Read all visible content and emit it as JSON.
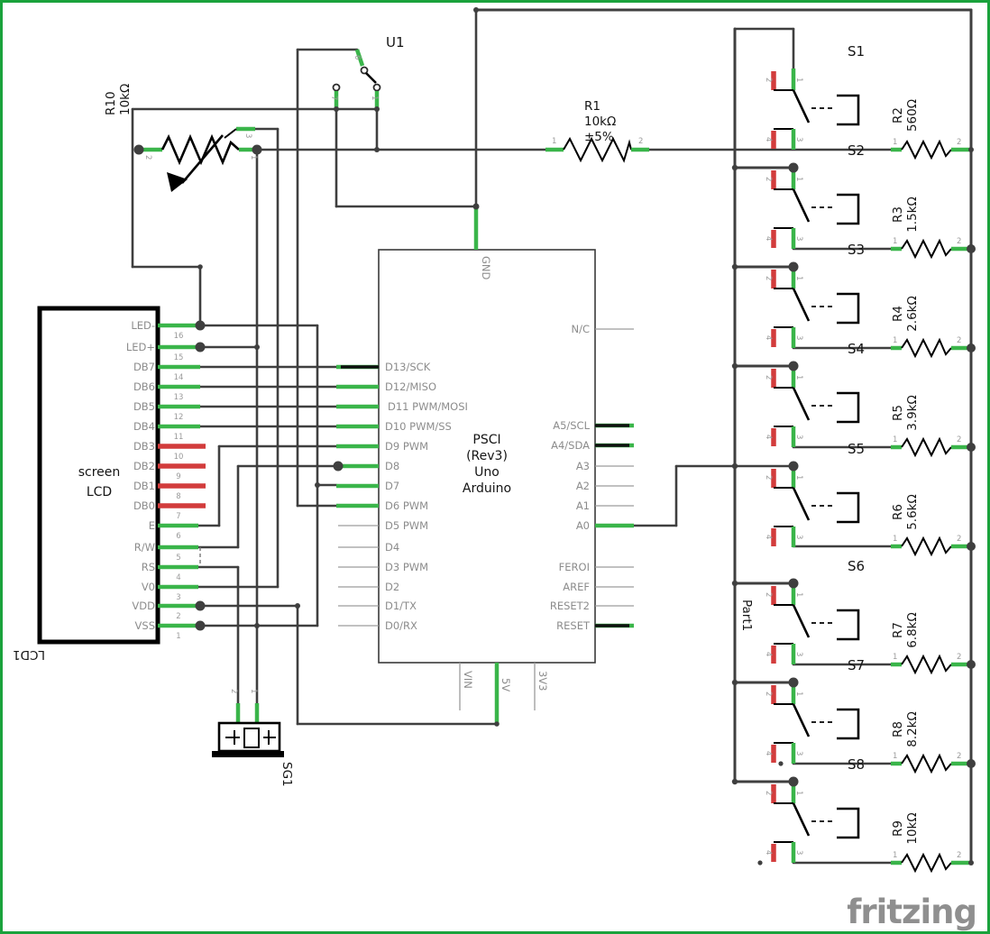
{
  "window": {
    "logo": "fritzing"
  },
  "colors": {
    "border": "#1aa23c",
    "wire": "#3f3f3f",
    "pin_green": "#3ab54a",
    "pin_red": "#d23c3c",
    "stub_gray": "#9c9c9c",
    "text_gray": "#8c8c8c",
    "logo_gray": "#8f8f8f"
  },
  "lcd": {
    "ref": "LCD1",
    "title1": "screen",
    "title2": "LCD",
    "pin_names": [
      "LED-",
      "LED+",
      "DB7",
      "DB6",
      "DB5",
      "DB4",
      "DB3",
      "DB2",
      "DB1",
      "DB0",
      "E",
      "R/W",
      "RS",
      "V0",
      "VDD",
      "VSS"
    ],
    "pin_nums": [
      "16",
      "15",
      "14",
      "13",
      "12",
      "11",
      "10",
      "9",
      "8",
      "7",
      "6",
      "5",
      "4",
      "3",
      "2",
      "1"
    ]
  },
  "arduino": {
    "title1": "PSCI",
    "title2": "(Rev3)",
    "title3": "Uno",
    "title4": "Arduino",
    "left": [
      "D13/SCK",
      "D12/MISO",
      "D11 PWM/MOSI",
      "D10 PWM/SS",
      "D9 PWM",
      "D8",
      "D7",
      "D6 PWM",
      "D5 PWM",
      "D4",
      "D3 PWM",
      "D2",
      "D1/TX",
      "D0/RX"
    ],
    "right": [
      "N/C",
      "A5/SCL",
      "A4/SDA",
      "A3",
      "A2",
      "A1",
      "A0",
      "FEROI",
      "AREF",
      "RESET2",
      "RESET"
    ],
    "top": "GND",
    "bottom": [
      "VIN",
      "5V",
      "3V3"
    ]
  },
  "pot": {
    "ref": "R10",
    "value": "10kΩ",
    "p1": "1",
    "p2": "2",
    "p3": "3"
  },
  "r1": {
    "ref": "R1",
    "value": "10kΩ",
    "tol": "±5%",
    "p1": "1",
    "p2": "2"
  },
  "u1": {
    "ref": "U1",
    "p6": "6",
    "p7": "7",
    "p1": "1"
  },
  "sg1": {
    "ref": "SG1",
    "p1": "1",
    "p2": "2"
  },
  "bus_label": "Part1",
  "sw_pins": [
    "2",
    "1",
    "4",
    "3"
  ],
  "res_pins": [
    "1",
    "2"
  ],
  "switches": [
    "S1",
    "S2",
    "S3",
    "S4",
    "S5",
    "S6",
    "S7",
    "S8"
  ],
  "resistors": [
    {
      "ref": "R2",
      "value": "560Ω"
    },
    {
      "ref": "R3",
      "value": "1.5kΩ"
    },
    {
      "ref": "R4",
      "value": "2.6kΩ"
    },
    {
      "ref": "R5",
      "value": "3.9kΩ"
    },
    {
      "ref": "R6",
      "value": "5.6kΩ"
    },
    {
      "ref": "R7",
      "value": "6.8kΩ"
    },
    {
      "ref": "R8",
      "value": "8.2kΩ"
    },
    {
      "ref": "R9",
      "value": "10kΩ"
    }
  ]
}
